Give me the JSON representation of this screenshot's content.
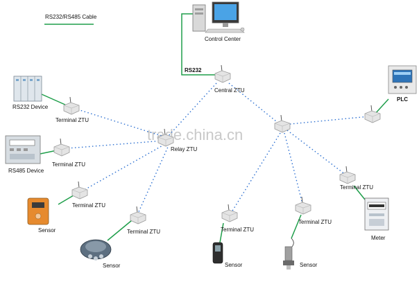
{
  "legend": {
    "label": "RS232/RS485 Cable",
    "line_color": "#1e9e4a"
  },
  "colors": {
    "cable": "#1e9e4a",
    "wireless": "#2b6fd1",
    "ztu_body": "#e4e4e4",
    "ztu_edge": "#9a9a9a"
  },
  "watermark": "trade.china.cn",
  "nodes": {
    "control_center": "Control Center",
    "rs232_link": "RS232",
    "central_ztu": "Central ZTU",
    "relay_ztu": "Relay ZTU",
    "plc": "PLC",
    "rs232_device": "RS232 Device",
    "rs485_device": "RS485 Device",
    "meter": "Meter",
    "terminal_ztu": "Terminal ZTU",
    "sensor": "Sensor"
  },
  "icons": [
    "computer-icon",
    "ztu-modem-icon",
    "plc-icon",
    "electrical-cabinet-icon",
    "rs485-panel-icon",
    "sensor-device-icon",
    "electric-meter-icon",
    "handheld-sensor-icon",
    "probe-sensor-icon",
    "multi-probe-sensor-icon"
  ]
}
